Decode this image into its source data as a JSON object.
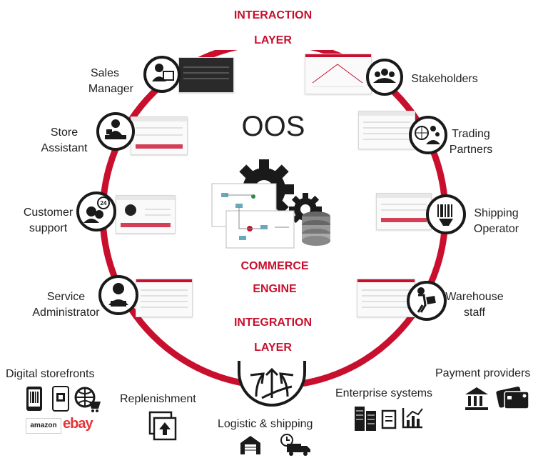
{
  "top_layer": {
    "line1": "INTERACTION",
    "line2": "LAYER"
  },
  "center_title": "OOS",
  "engine": {
    "line1": "COMMERCE",
    "line2": "ENGINE"
  },
  "bottom_layer": {
    "line1": "INTEGRATION",
    "line2": "LAYER"
  },
  "left_nodes": [
    {
      "line1": "Sales",
      "line2": "Manager",
      "icon": "presenter-icon"
    },
    {
      "line1": "Store",
      "line2": "Assistant",
      "icon": "counter-person-icon"
    },
    {
      "line1": "Customer",
      "line2": "support",
      "icon": "support-24-icon"
    },
    {
      "line1": "Service",
      "line2": "Administrator",
      "icon": "admin-user-icon"
    }
  ],
  "right_nodes": [
    {
      "line1": "Stakeholders",
      "icon": "group-icon"
    },
    {
      "line1": "Trading",
      "line2": "Partners",
      "icon": "global-partners-icon"
    },
    {
      "line1": "Shipping",
      "line2": "Operator",
      "icon": "barcode-scanner-icon"
    },
    {
      "line1": "Warehouse",
      "line2": "staff",
      "icon": "worker-cart-icon"
    }
  ],
  "integrations": {
    "digital_storefronts": "Digital storefronts",
    "replenishment": "Replenishment",
    "logistic": "Logistic & shipping",
    "enterprise": "Enterprise systems",
    "payment": "Payment providers",
    "brand_amazon": "amazon",
    "brand_ebay": "ebay"
  },
  "colors": {
    "accent": "#c8102e",
    "dark": "#1a1a1a"
  }
}
